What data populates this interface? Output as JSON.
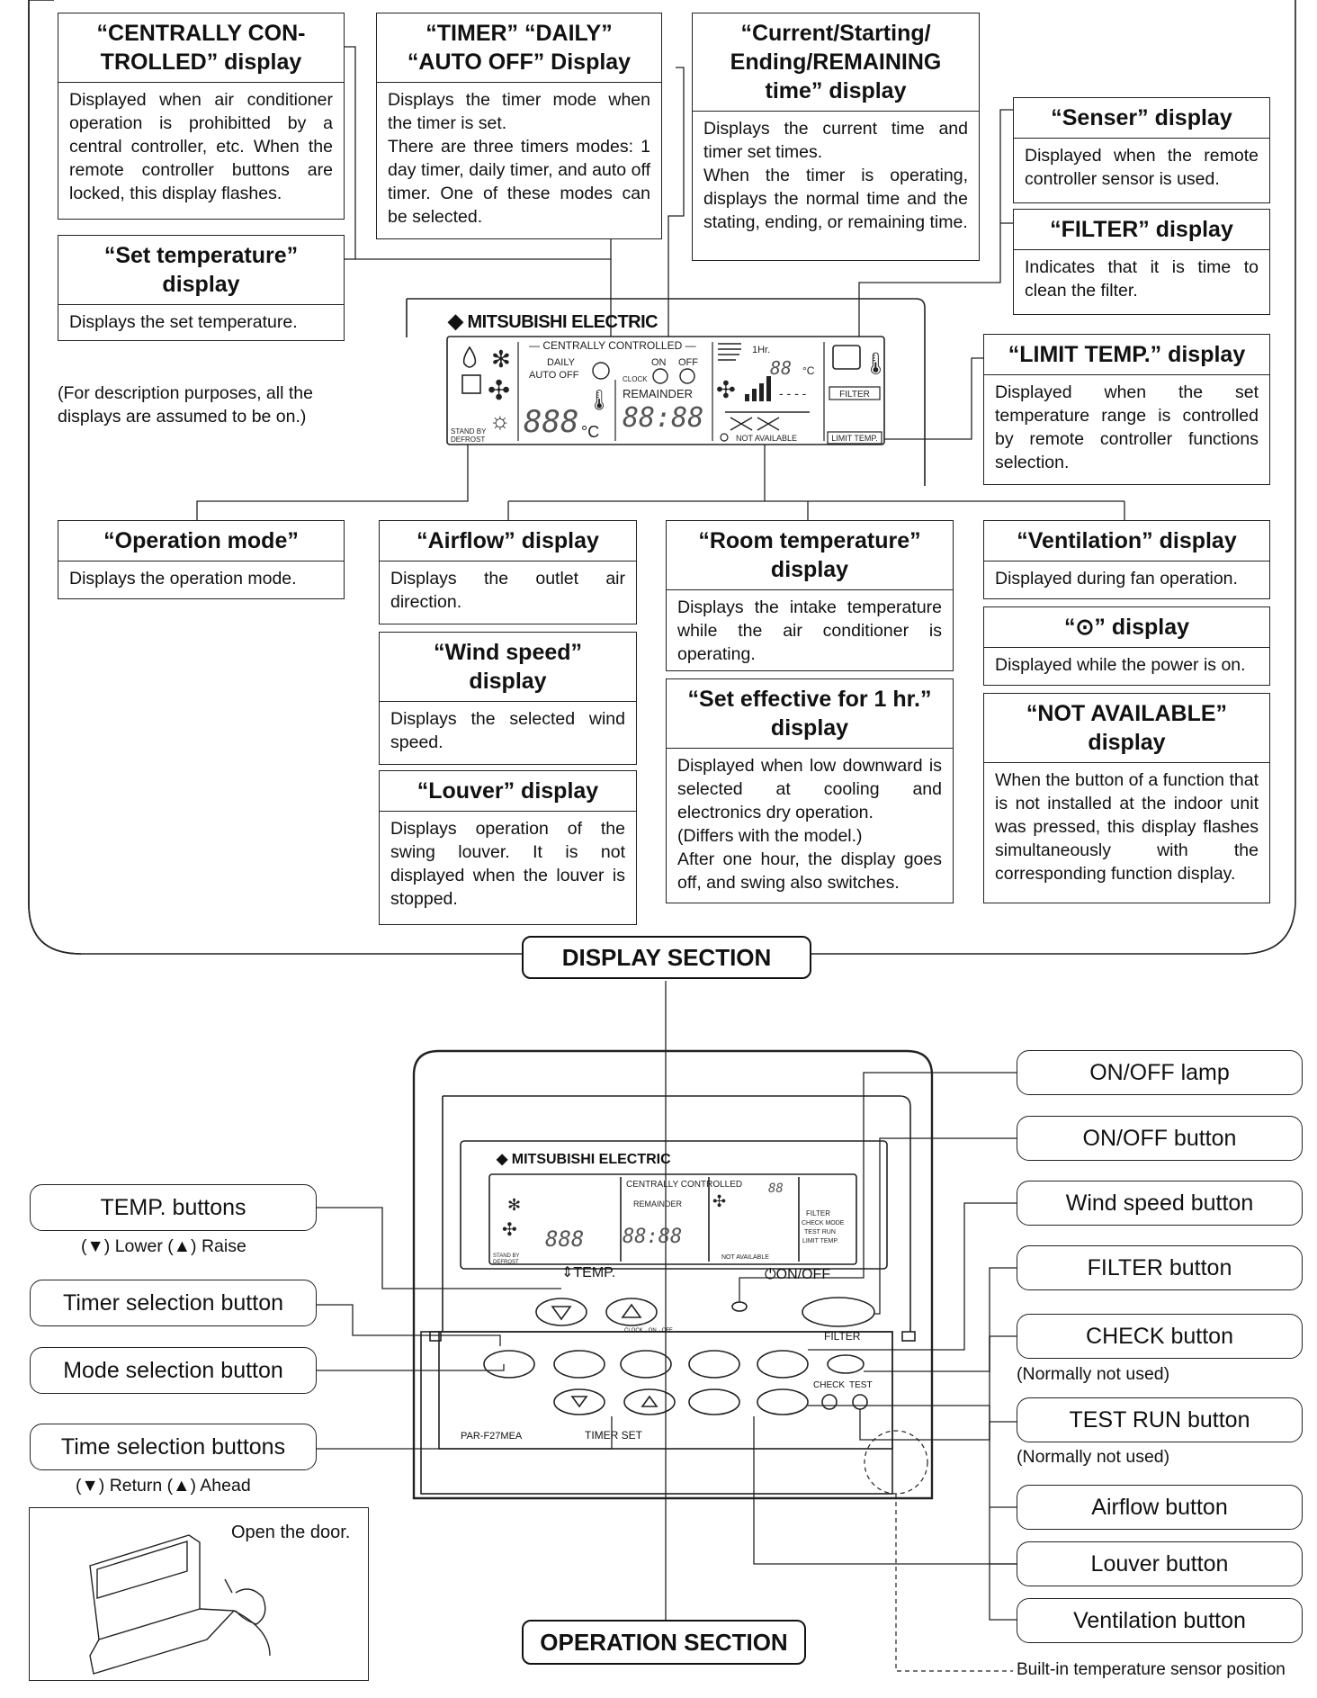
{
  "display_section": {
    "title": "DISPLAY SECTION",
    "note": "(For description purposes, all the displays are assumed to be on.)",
    "boxes": {
      "centrally": {
        "title": "“CENTRALLY CON-\nTROLLED” display",
        "body": "Displayed when air conditioner operation is prohibitted by a central controller, etc. When the remote controller buttons are locked, this display flashes."
      },
      "set_temp": {
        "title": "“Set temperature”\ndisplay",
        "body": "Displays the set temperature."
      },
      "timer": {
        "title": "“TIMER” “DAILY”\n“AUTO OFF” Display",
        "body": "Displays the timer mode when the timer is set.\nThere are three timers modes: 1 day timer, daily timer, and auto off timer. One of these modes can be selected."
      },
      "current": {
        "title": "“Current/Starting/\nEnding/REMAINING\ntime” display",
        "body": "Displays the current time and timer set times.\nWhen the timer is operating, displays the normal time and the stating, ending, or remaining time."
      },
      "senser": {
        "title": "“Senser” display",
        "body": "Displayed when the remote controller sensor is used."
      },
      "filter": {
        "title": "“FILTER” display",
        "body": "Indicates that it is time to clean the filter."
      },
      "limit": {
        "title": "“LIMIT TEMP.” display",
        "body": "Displayed when the set temperature range is controlled by remote controller functions selection."
      },
      "opmode": {
        "title": "“Operation mode”",
        "body": "Displays the operation mode."
      },
      "airflow": {
        "title": "“Airflow” display",
        "body": "Displays the outlet air direction."
      },
      "wind": {
        "title": "“Wind speed”\ndisplay",
        "body": "Displays the selected wind speed."
      },
      "louver": {
        "title": "“Louver” display",
        "body": "Displays operation of the swing louver. It is not displayed when the louver is stopped."
      },
      "room": {
        "title": "“Room temperature”\ndisplay",
        "body": "Displays the intake temperature while the air conditioner is operating."
      },
      "set1hr": {
        "title": "“Set effective for 1 hr.”\ndisplay",
        "body": "Displayed when low downward is selected at cooling and electronics dry operation.\n(Differs with the model.)\nAfter one hour, the display goes off, and swing also switches."
      },
      "ventilation": {
        "title": "“Ventilation” display",
        "body": "Displayed during fan operation."
      },
      "power": {
        "title": "“⊙” display",
        "body": "Displayed while the power is on."
      },
      "notavail": {
        "title": "“NOT AVAILABLE”\ndisplay",
        "body": "When the button of a function that is not installed at the indoor unit was pressed, this display flashes simultaneously with the corresponding function display."
      }
    }
  },
  "lcd": {
    "brand": "MITSUBISHI ELECTRIC",
    "centrally": "CENTRALLY CONTROLLED",
    "daily": "DAILY",
    "auto_off": "AUTO OFF",
    "on": "ON",
    "off": "OFF",
    "clock": "CLOCK",
    "remainder": "REMAINDER",
    "time": "88:88",
    "temp": "888",
    "unit": "°C",
    "room_temp": "88",
    "one_hr": "1Hr.",
    "filter": "FILTER",
    "check_mode": "CHECK MODE",
    "test_run": "TEST RUN",
    "limit_temp": "LIMIT TEMP.",
    "not_available": "NOT AVAILABLE",
    "stand_by": "STAND BY",
    "defrost": "DEFROST"
  },
  "operation_section": {
    "title": "OPERATION SECTION",
    "model": "PAR-F27MEA",
    "temp_label": "TEMP.",
    "onoff_label": "ON/OFF",
    "filter_label": "FILTER",
    "check_label": "CHECK",
    "test_label": "TEST",
    "timer_set_label": "TIMER SET",
    "clock_seq": "CLOCK→ON→OFF",
    "open_door": "Open the door.",
    "left_labels": {
      "temp_buttons": "TEMP. buttons",
      "temp_sub": "(▼) Lower  (▲) Raise",
      "timer_selection": "Timer selection button",
      "mode_selection": "Mode selection button",
      "time_selection": "Time selection buttons",
      "time_sub": "(▼) Return  (▲) Ahead"
    },
    "right_labels": {
      "onoff_lamp": "ON/OFF lamp",
      "onoff_button": "ON/OFF button",
      "wind_speed": "Wind speed button",
      "filter_button": "FILTER button",
      "check_button": "CHECK button",
      "check_sub": "(Normally not used)",
      "test_run": "TEST RUN button",
      "test_sub": "(Normally not used)",
      "airflow": "Airflow button",
      "louver": "Louver button",
      "ventilation": "Ventilation button",
      "sensor_pos": "Built-in temperature sensor position"
    }
  }
}
